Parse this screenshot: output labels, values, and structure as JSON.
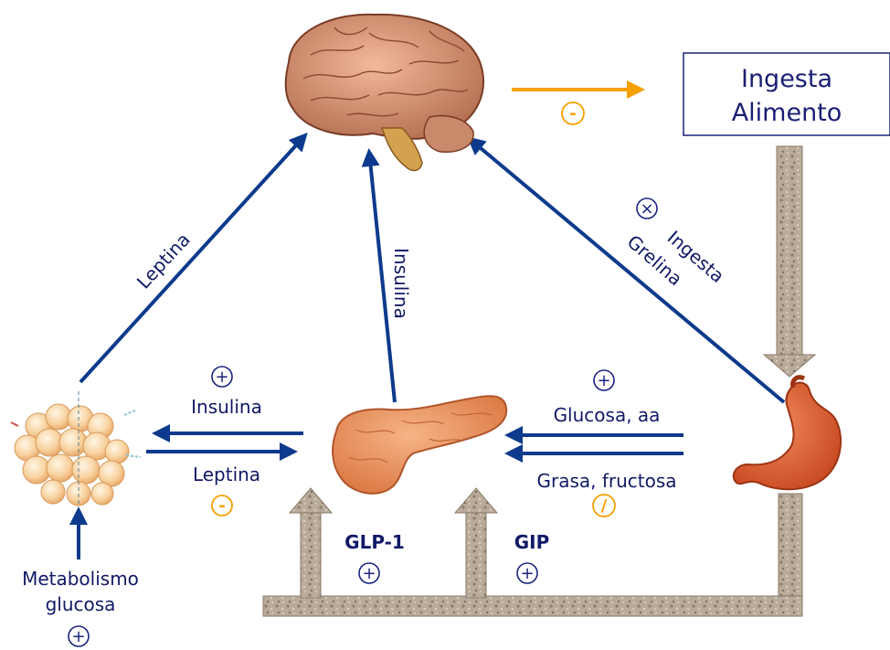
{
  "box": {
    "line1": "Ingesta",
    "line2": "Alimento"
  },
  "labels": {
    "leptina_diag": "Leptina",
    "insulina_vert": "Insulina",
    "ingesta": "Ingesta",
    "grelina": "Grelina",
    "insulina_h": "Insulina",
    "leptina_h": "Leptina",
    "glucosa_aa": "Glucosa, aa",
    "grasa_fructosa": "Grasa, fructosa",
    "glp1": "GLP-1",
    "gip": "GIP",
    "metabolismo": "Metabolismo",
    "glucosa": "glucosa"
  },
  "symbols": {
    "plus": "+",
    "minus": "-",
    "times": "×",
    "slash": "/"
  },
  "colors": {
    "blue_arrow": "#0d3a8c",
    "orange": "#f5a000",
    "gravel": "#b5a695"
  },
  "icons": [
    "brain-icon",
    "pancreas-icon",
    "stomach-icon",
    "adipocytes-icon"
  ]
}
